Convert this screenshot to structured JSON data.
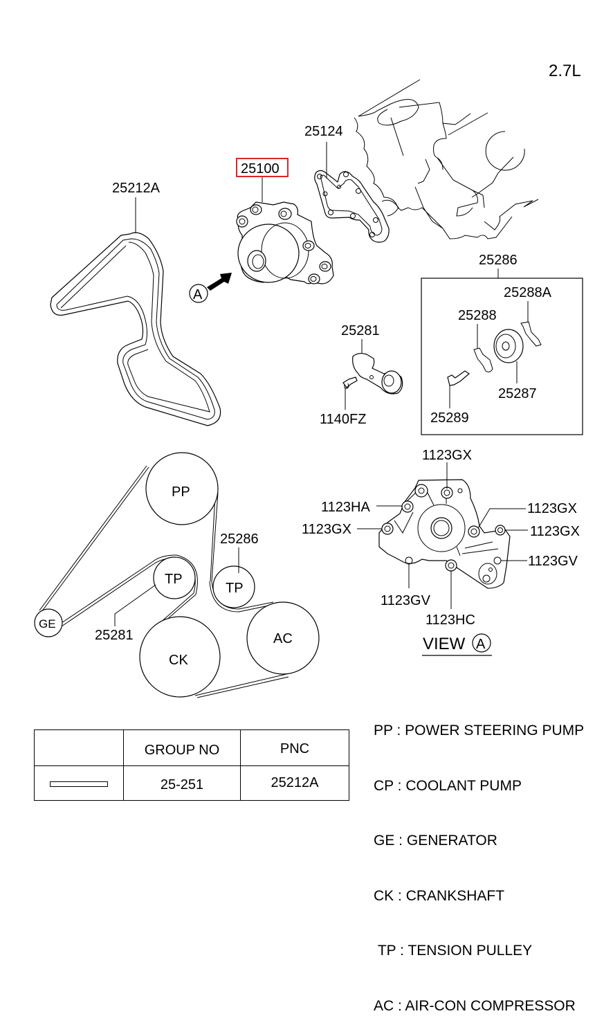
{
  "title": "2.7L",
  "highlight_color": "#d9262b",
  "callouts": {
    "water_pump": "25100",
    "gasket": "25124",
    "belt": "25212A",
    "view_marker": "A",
    "tensioner_assy": "25281",
    "tensioner_bolt": "1140FZ",
    "idler_kit": "25286",
    "idler_bracket_a": "25288A",
    "idler_bracket": "25288",
    "idler_pulley": "25287",
    "idler_bolt": "25289"
  },
  "view_a": {
    "title": "VIEW",
    "marker": "A",
    "bolts": [
      {
        "label": "1123GX",
        "position": "top"
      },
      {
        "label": "1123HA",
        "position": "upper-left"
      },
      {
        "label": "1123GX",
        "position": "left"
      },
      {
        "label": "1123GX",
        "position": "upper-right"
      },
      {
        "label": "1123GX",
        "position": "right"
      },
      {
        "label": "1123GV",
        "position": "lower-right"
      },
      {
        "label": "1123GV",
        "position": "bottom-left"
      },
      {
        "label": "1123HC",
        "position": "bottom"
      }
    ]
  },
  "belt_routing": {
    "pulleys": [
      {
        "abbr": "PP"
      },
      {
        "abbr": "TP",
        "callout": "25286"
      },
      {
        "abbr": "TP",
        "callout": "25281"
      },
      {
        "abbr": "GE"
      },
      {
        "abbr": "CK"
      },
      {
        "abbr": "AC"
      }
    ]
  },
  "pnc_table": {
    "headers": [
      "",
      "GROUP NO",
      "PNC"
    ],
    "rows": [
      {
        "symbol": "belt-symbol",
        "group_no": "25-251",
        "pnc": "25212A"
      }
    ]
  },
  "legend": [
    {
      "abbr": "PP",
      "meaning": "POWER STEERING PUMP"
    },
    {
      "abbr": "CP",
      "meaning": "COOLANT PUMP"
    },
    {
      "abbr": "GE",
      "meaning": "GENERATOR"
    },
    {
      "abbr": "CK",
      "meaning": "CRANKSHAFT"
    },
    {
      "abbr": "TP",
      "meaning": "TENSION PULLEY"
    },
    {
      "abbr": "AC",
      "meaning": "AIR-CON COMPRESSOR"
    }
  ]
}
